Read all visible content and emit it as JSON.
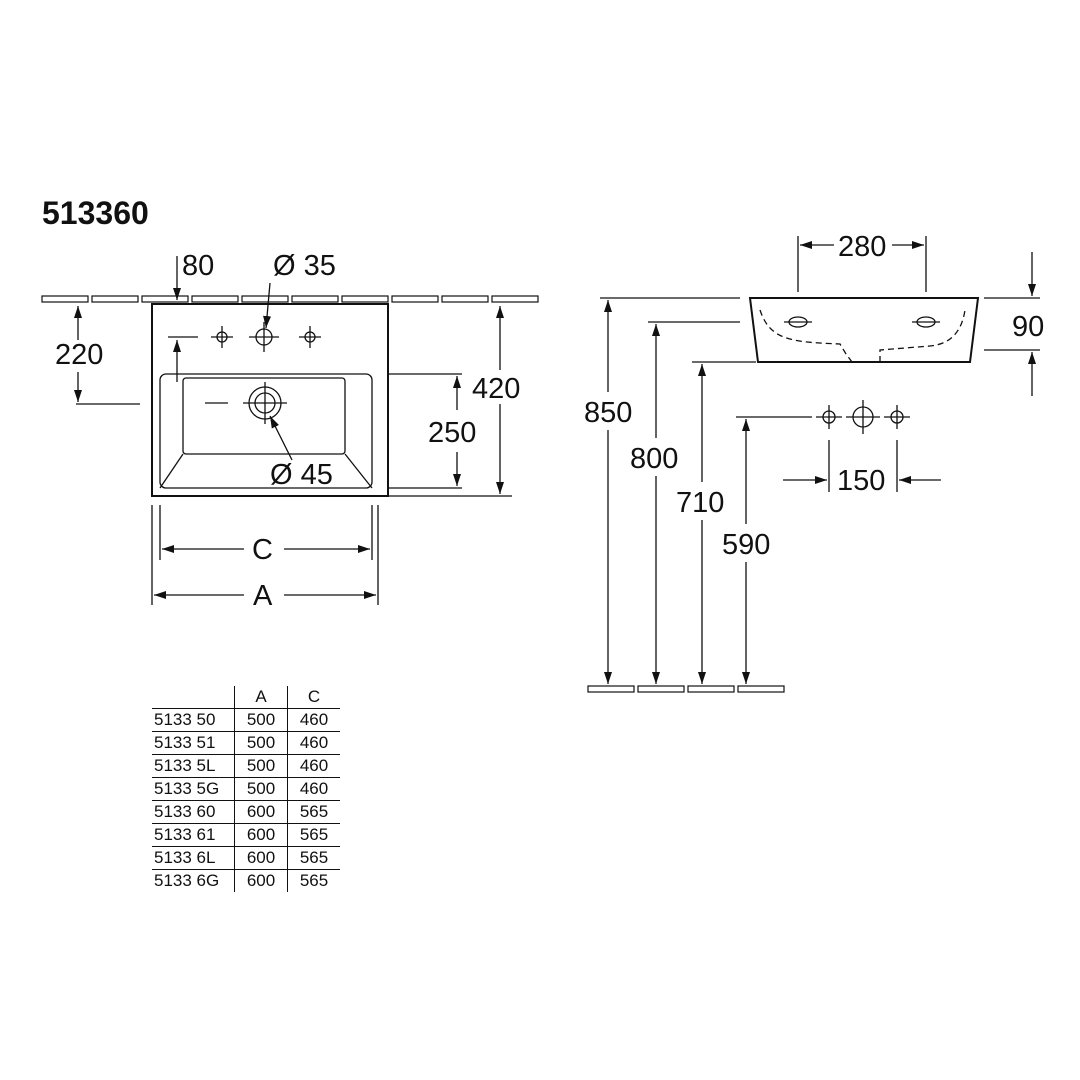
{
  "title": "513360",
  "front_view": {
    "dim_tap_offset": "80",
    "dim_tap_hole": "Ø 35",
    "dim_top_to_bowl": "220",
    "dim_overall_depth": "420",
    "dim_bowl_depth": "250",
    "dim_waste_hole": "Ø 45",
    "dim_inner_width_label": "C",
    "dim_outer_width_label": "A"
  },
  "side_view": {
    "dim_basin_depth": "280",
    "dim_rim_height": "90",
    "dim_height_rim": "850",
    "dim_height_underside": "800",
    "dim_height_trap": "710",
    "dim_height_supply": "590",
    "dim_supply_spacing": "150"
  },
  "spec_table": {
    "headers": [
      "",
      "A",
      "C"
    ],
    "rows": [
      [
        "5133 50",
        "500",
        "460"
      ],
      [
        "5133 51",
        "500",
        "460"
      ],
      [
        "5133 5L",
        "500",
        "460"
      ],
      [
        "5133 5G",
        "500",
        "460"
      ],
      [
        "5133 60",
        "600",
        "565"
      ],
      [
        "5133 61",
        "600",
        "565"
      ],
      [
        "5133 6L",
        "600",
        "565"
      ],
      [
        "5133 6G",
        "600",
        "565"
      ]
    ]
  }
}
